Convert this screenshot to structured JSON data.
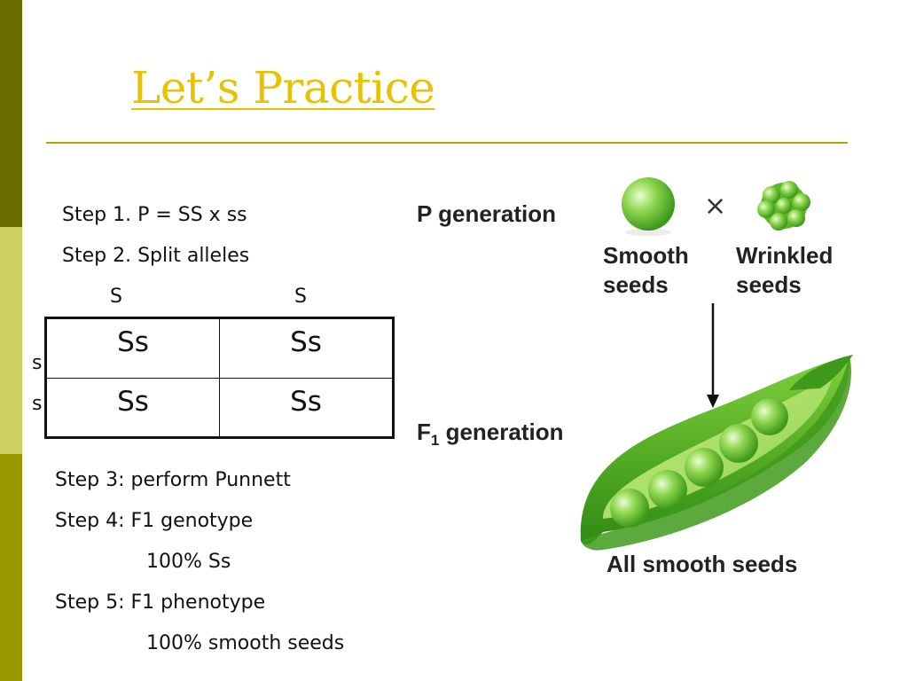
{
  "title": "Let’s Practice",
  "steps": {
    "step1": "Step 1. P = SS x ss",
    "step2": "Step 2. Split alleles",
    "step3": "Step 3: perform Punnett",
    "step4": "Step 4: F1 genotype",
    "step4_value": "100% Ss",
    "step5": "Step 5: F1 phenotype",
    "step5_value": "100% smooth seeds"
  },
  "punnett": {
    "col_alleles": [
      "S",
      "S"
    ],
    "row_alleles": [
      "s",
      "s"
    ],
    "cells": [
      [
        "Ss",
        "Ss"
      ],
      [
        "Ss",
        "Ss"
      ]
    ]
  },
  "diagram": {
    "p_generation": "P generation",
    "f1_generation_letter": "F",
    "f1_generation_subscript": "1",
    "f1_generation_rest": " generation",
    "smooth_label_1": "Smooth",
    "smooth_label_2": "seeds",
    "wrinkled_label_1": "Wrinkled",
    "wrinkled_label_2": "seeds",
    "cross_symbol": "×",
    "result_label": "All smooth seeds"
  },
  "colors": {
    "title": "#e6c200",
    "rule": "#b3a600",
    "sidebar_top": "#6b6b00",
    "sidebar_mid": "#cfcf60",
    "sidebar_bottom": "#9a9a00",
    "pea_green": "#6cc234"
  }
}
